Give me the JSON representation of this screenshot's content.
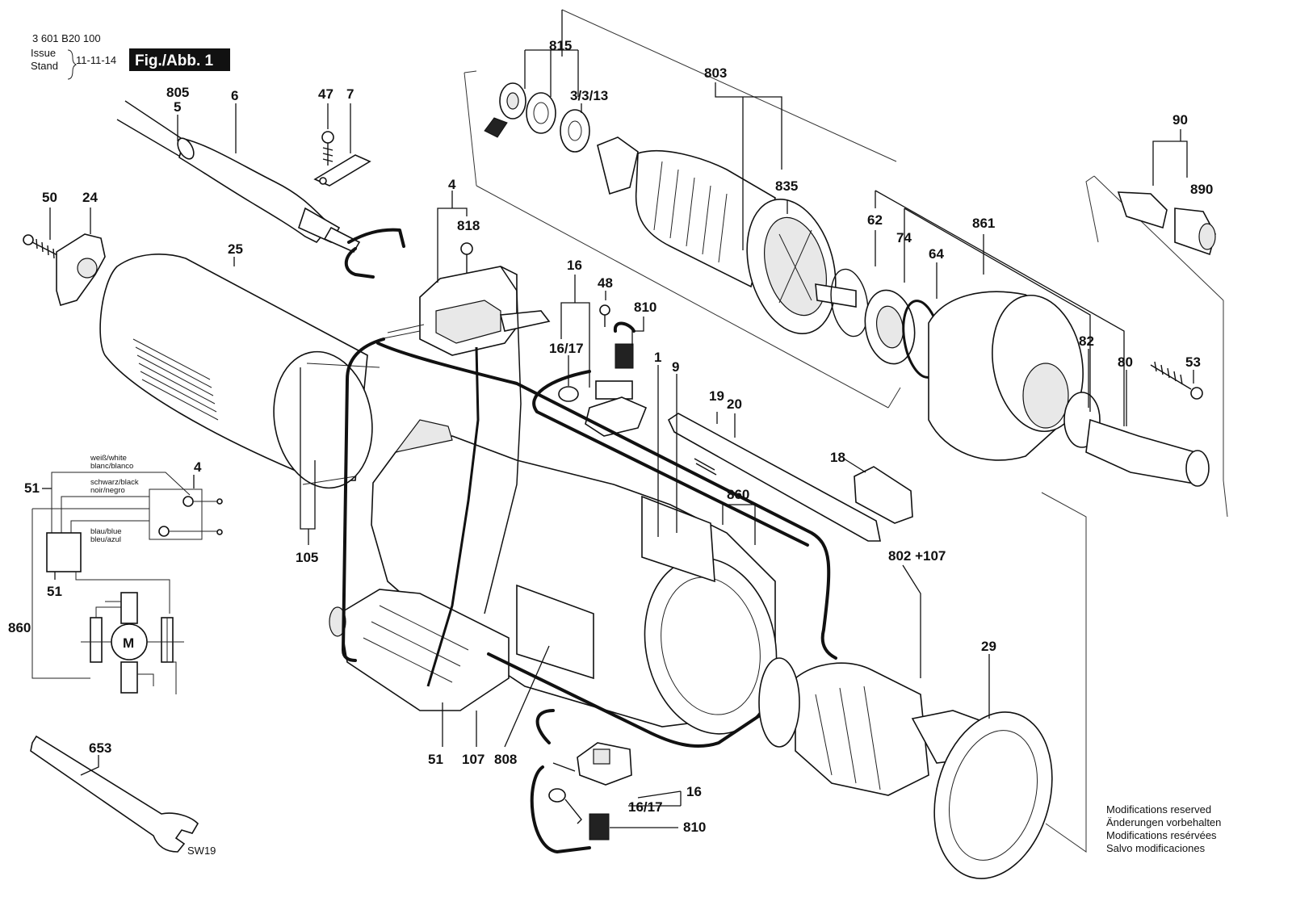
{
  "header": {
    "doc_number": "3 601 B20 100",
    "issue_label": "Issue",
    "stand_label": "Stand",
    "date": "11-11-14",
    "figure_label": "Fig./Abb. 1"
  },
  "notice": [
    "Modifications reserved",
    "Änderungen vorbehalten",
    "Modifications resérvées",
    "Salvo modificaciones"
  ],
  "wiring": {
    "white_1": "weiß/white",
    "white_2": "blanc/blanco",
    "black_1": "schwarz/black",
    "black_2": "noir/negro",
    "blue_1": "blau/blue",
    "blue_2": "bleu/azul",
    "motor": "M"
  },
  "wrench_size": "SW19",
  "parts": {
    "p815": "815",
    "p803": "803",
    "p3313": "3/3/13",
    "p805": "805",
    "p5": "5",
    "p6": "6",
    "p47": "47",
    "p7": "7",
    "p90": "90",
    "p890": "890",
    "p835": "835",
    "p50": "50",
    "p24": "24",
    "p4a": "4",
    "p818": "818",
    "p62": "62",
    "p74": "74",
    "p861": "861",
    "p64": "64",
    "p25": "25",
    "p16a": "16",
    "p48": "48",
    "p810a": "810",
    "p1617a": "16/17",
    "p1": "1",
    "p9": "9",
    "p82": "82",
    "p80": "80",
    "p53": "53",
    "p19": "19",
    "p20": "20",
    "p18": "18",
    "p860a": "860",
    "p4b": "4",
    "p51a": "51",
    "p51b": "51",
    "p860b": "860",
    "p105": "105",
    "p802": "802 +107",
    "p29": "29",
    "p653": "653",
    "p51c": "51",
    "p107": "107",
    "p808": "808",
    "p16b": "16",
    "p1617b": "16/17",
    "p810b": "810"
  }
}
